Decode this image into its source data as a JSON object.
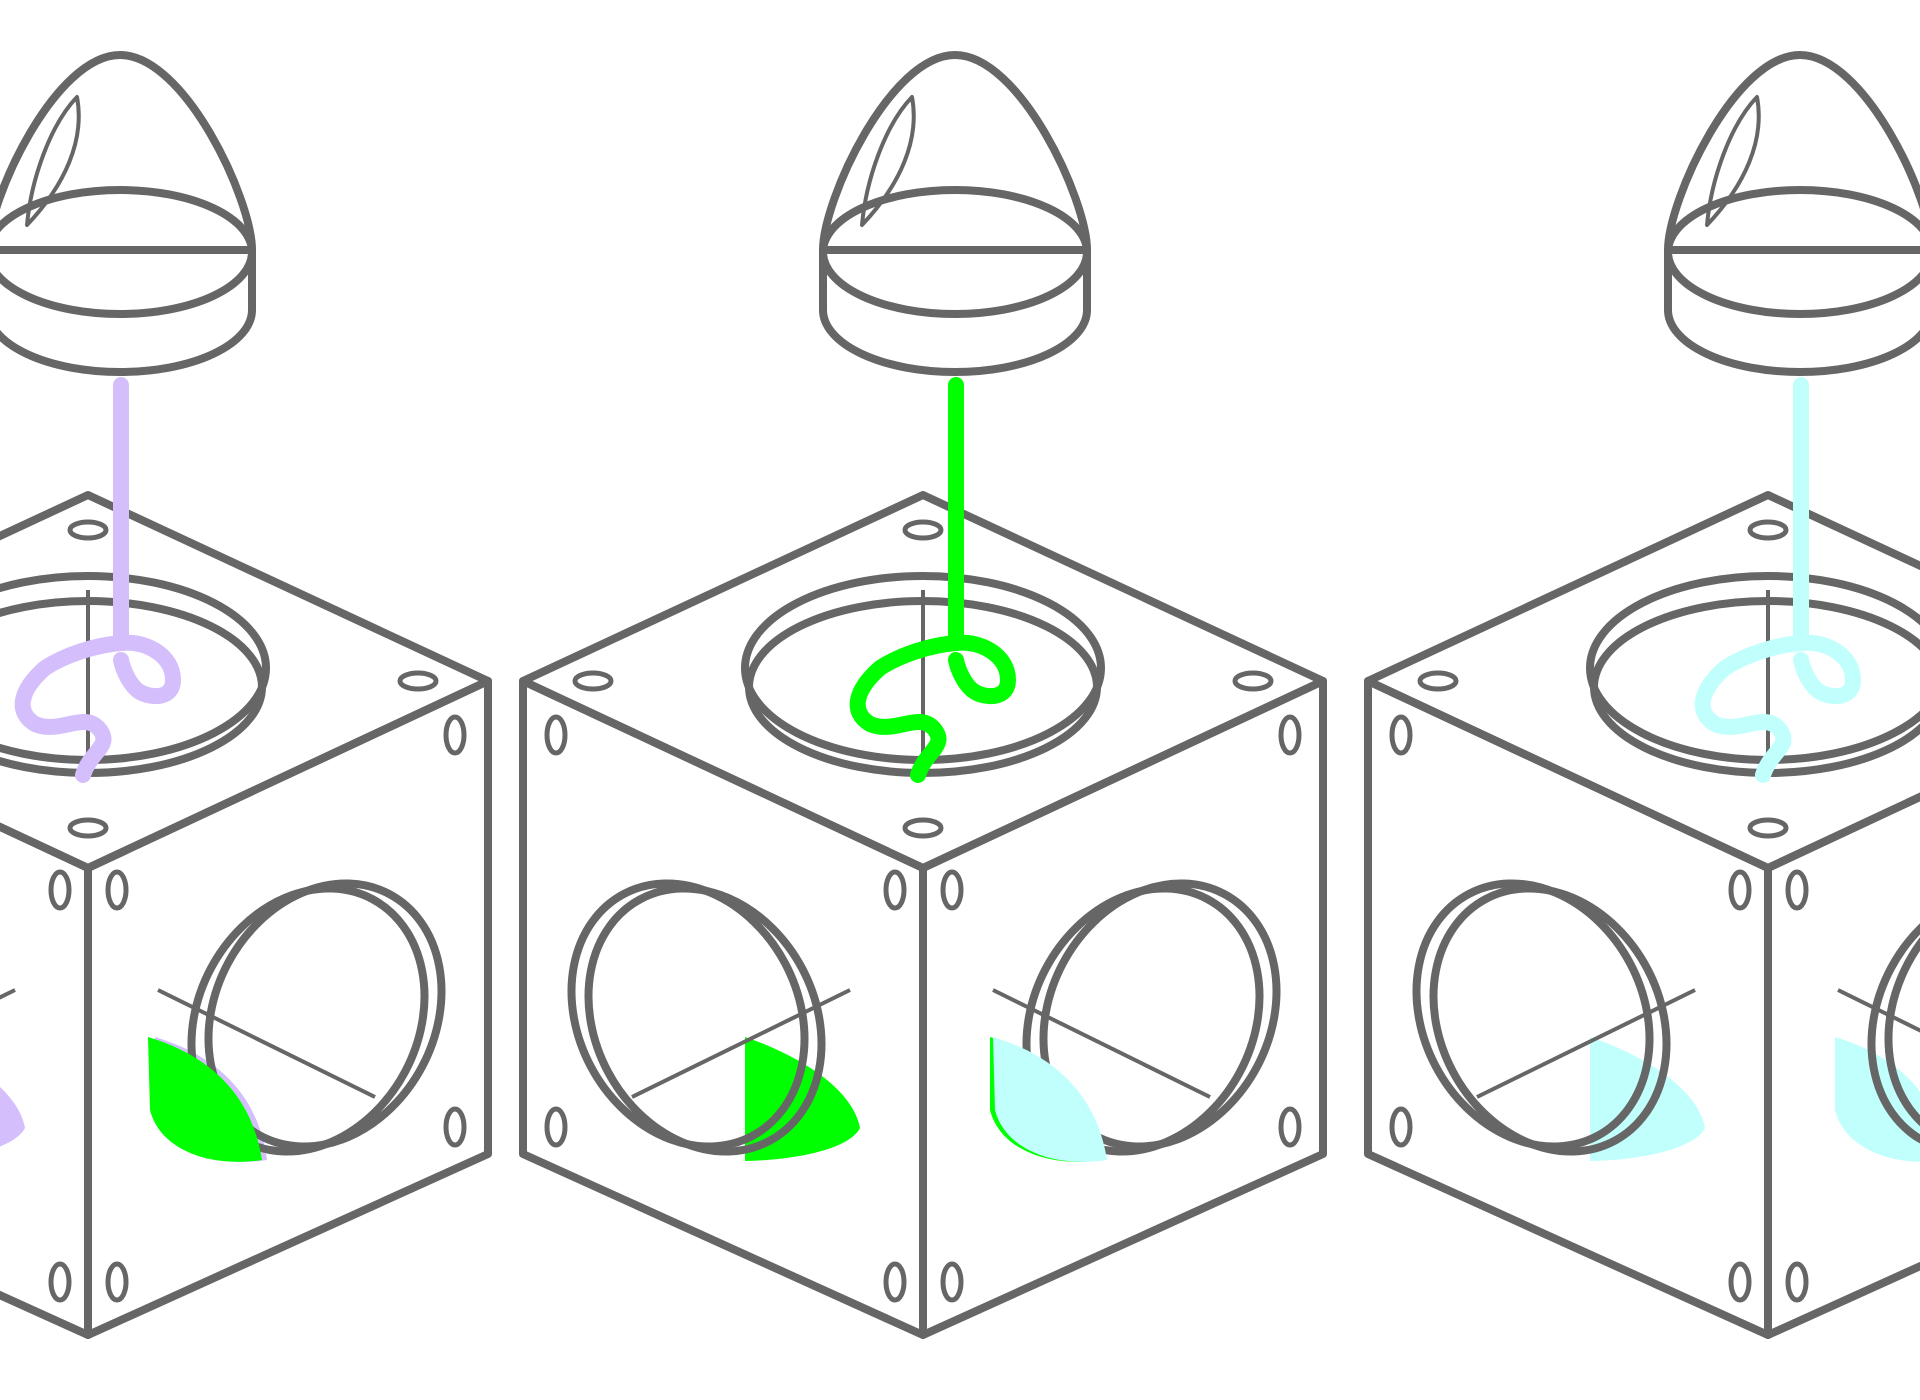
{
  "illustration": {
    "line_color": "#666666",
    "background": "#ffffff",
    "units": [
      {
        "id": "purple-unit",
        "fill_color": "#d4bffc"
      },
      {
        "id": "green-unit",
        "fill_color": "#00ff00"
      },
      {
        "id": "cyan-unit",
        "fill_color": "#c1fffc"
      }
    ]
  }
}
